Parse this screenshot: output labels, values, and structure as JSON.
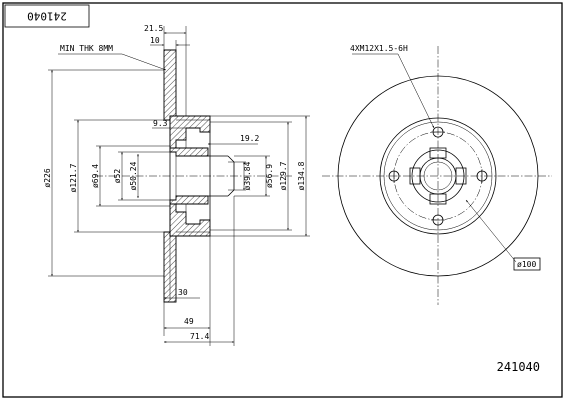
{
  "part_number": "241040",
  "part_number_box": "241040",
  "note_min_thickness": "MIN THK 8MM",
  "label_bolt_pattern": "4XM12X1.5-6H",
  "dimensions": {
    "width_total": "21.5",
    "width_disc": "10",
    "offset_9_3": "9.3",
    "width_19_2": "19.2",
    "dia_226": "ø226",
    "dia_121_7": "ø121.7",
    "dia_69_4": "ø69.4",
    "dia_52": "ø52",
    "dia_50_24": "ø50.24",
    "dia_39_84": "ø39.84",
    "dia_56_9": "ø56.9",
    "dia_129_7": "ø129.7",
    "dia_134_8": "ø134.8",
    "dia_100": "ø100",
    "height_30": "30",
    "height_49": "49",
    "height_71_4": "71.4"
  }
}
